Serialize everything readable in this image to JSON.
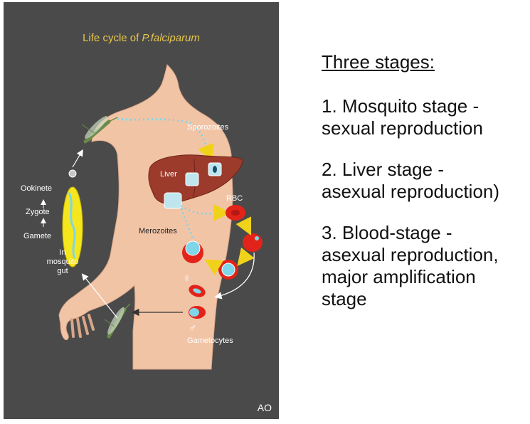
{
  "figure": {
    "title_plain": "Life cycle of ",
    "title_italic": "P.falciparum",
    "labels": {
      "sporozoites": "Sporozoites",
      "liver": "Liver",
      "rbc": "RBC",
      "merozoites": "Merozoites",
      "ookinete": "Ookinete",
      "zygote": "Zygote",
      "gamete": "Gamete",
      "in_mosquito_gut": [
        "In",
        "mosquito",
        "gut"
      ],
      "female_symbol": "♀",
      "male_symbol": "♂",
      "gametocytes": "Gametocytes"
    },
    "credit": "AO",
    "colors": {
      "background": "#4a4a4a",
      "title": "#e8c64a",
      "skin": "#f2c4a6",
      "liver": "#9c3b2c",
      "rbc": "#e2231a",
      "gut": "#f5e61e",
      "parasite": "#7fd6e8",
      "arrow_yellow": "#f0d21a"
    }
  },
  "notes": {
    "heading": "Three stages:",
    "stages": [
      {
        "line1": "1. Mosquito stage -",
        "line2": "sexual reproduction",
        "line3": "",
        "line4": ""
      },
      {
        "line1": "2. Liver stage -",
        "line2": "asexual reproduction)",
        "line3": "",
        "line4": ""
      },
      {
        "line1": "3. Blood-stage -",
        "line2": "asexual reproduction,",
        "line3": "major amplification",
        "line4": "stage"
      }
    ]
  }
}
